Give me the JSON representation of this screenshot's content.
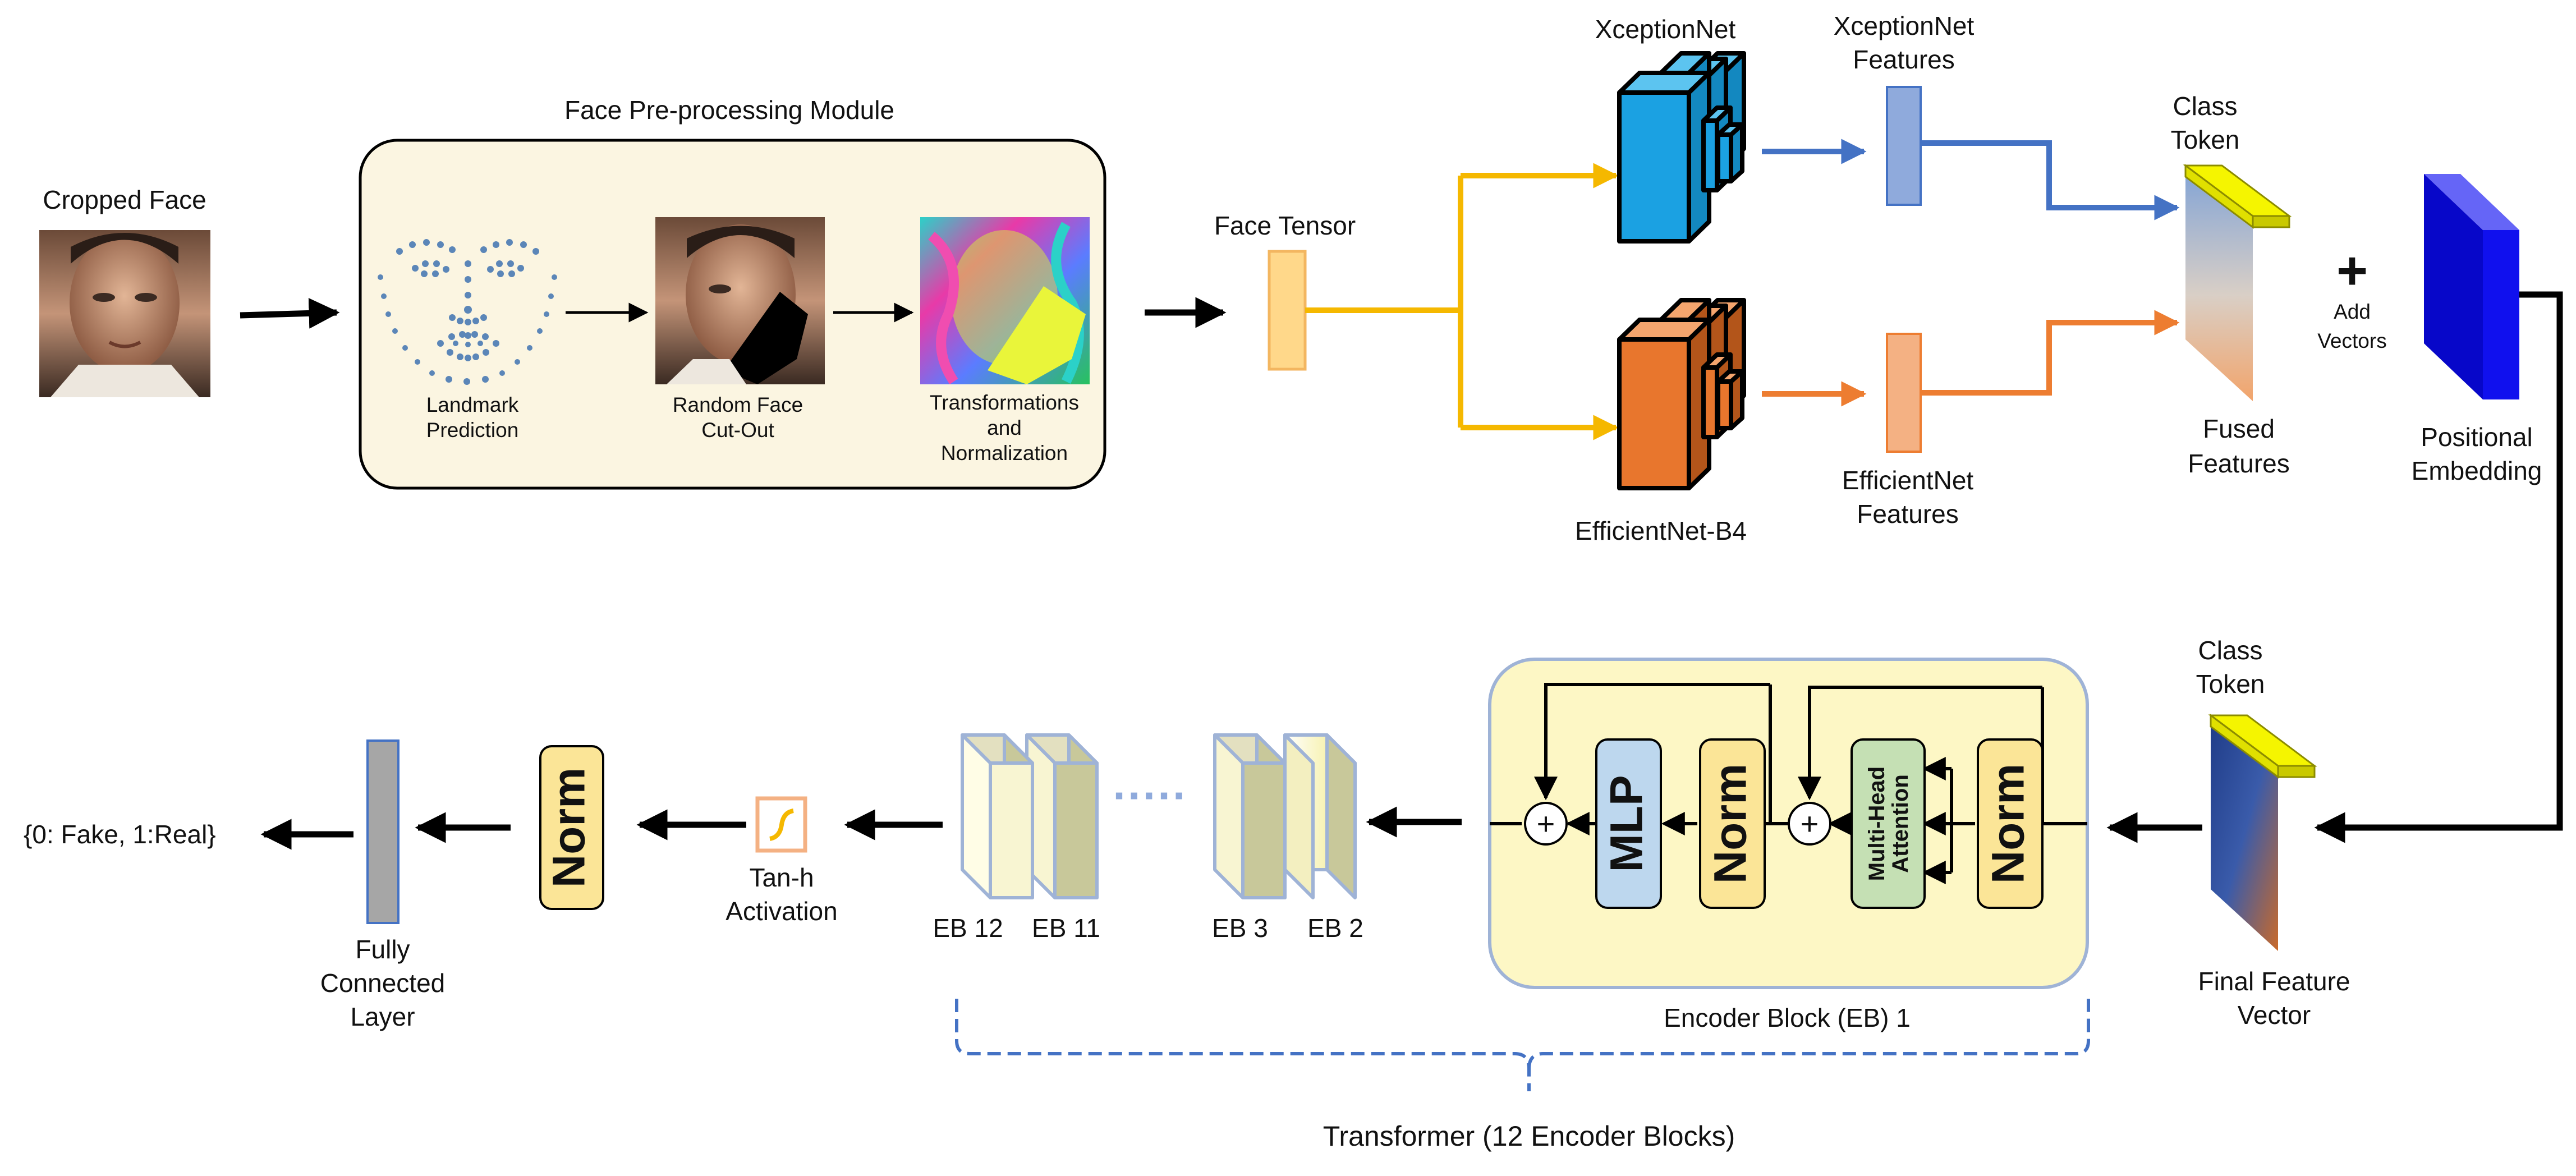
{
  "colors": {
    "yellow_arrow": "#F5B800",
    "blue_arrow": "#4472C4",
    "orange_arrow": "#ED7D31",
    "xception_blue": "#1BA1E2",
    "efficient_orange": "#E8762D",
    "module_fill": "#FBF5E1",
    "encoder_fill": "#FDF7C5",
    "encoder_border": "#9FB3D6",
    "norm_fill": "#FBE597",
    "mlp_fill": "#BDD7EE",
    "attention_fill": "#C5E0B4",
    "token_yellow": "#F5F500",
    "pos_emb_blue": "#1010EE",
    "fc_gray": "#A6A6A6",
    "brace_blue": "#4472C4"
  },
  "icons": {
    "landmark": "landmark-dots-icon",
    "face": "face-photo-icon",
    "activation": "tanh-curve-icon"
  },
  "input": {
    "cropped_face_label": "Cropped Face"
  },
  "preprocessing": {
    "title": "Face Pre-processing Module",
    "steps": [
      {
        "line1": "Landmark",
        "line2": "Prediction"
      },
      {
        "line1": "Random Face",
        "line2": "Cut-Out"
      },
      {
        "line1": "Transformations",
        "line2": "and",
        "line3": "Normalization"
      }
    ]
  },
  "face_tensor_label": "Face Tensor",
  "backbones": {
    "xception": {
      "name": "XceptionNet",
      "features_line1": "XceptionNet",
      "features_line2": "Features"
    },
    "efficientnet": {
      "name": "EfficientNet-B4",
      "features_line1": "EfficientNet",
      "features_line2": "Features"
    }
  },
  "fusion": {
    "class_token_line1": "Class",
    "class_token_line2": "Token",
    "fused_line1": "Fused",
    "fused_line2": "Features",
    "plus": "+",
    "add_line1": "Add",
    "add_line2": "Vectors",
    "pos_line1": "Positional",
    "pos_line2": "Embedding"
  },
  "final_vector": {
    "class_token_line1": "Class",
    "class_token_line2": "Token",
    "line1": "Final Feature",
    "line2": "Vector"
  },
  "encoder": {
    "title": "Encoder Block (EB) 1",
    "mlp": "MLP",
    "norm": "Norm",
    "attention_line1": "Multi-Head",
    "attention_line2": "Attention",
    "add_symbol": "+"
  },
  "encoder_stack": {
    "labels": [
      "EB 12",
      "EB 11",
      "EB 3",
      "EB 2"
    ],
    "ellipsis": "·····",
    "transformer_label": "Transformer (12 Encoder Blocks)"
  },
  "head": {
    "activation_line1": "Tan-h",
    "activation_line2": "Activation",
    "norm": "Norm",
    "fc_line1": "Fully",
    "fc_line2": "Connected",
    "fc_line3": "Layer",
    "output": "{0: Fake, 1:Real}"
  }
}
